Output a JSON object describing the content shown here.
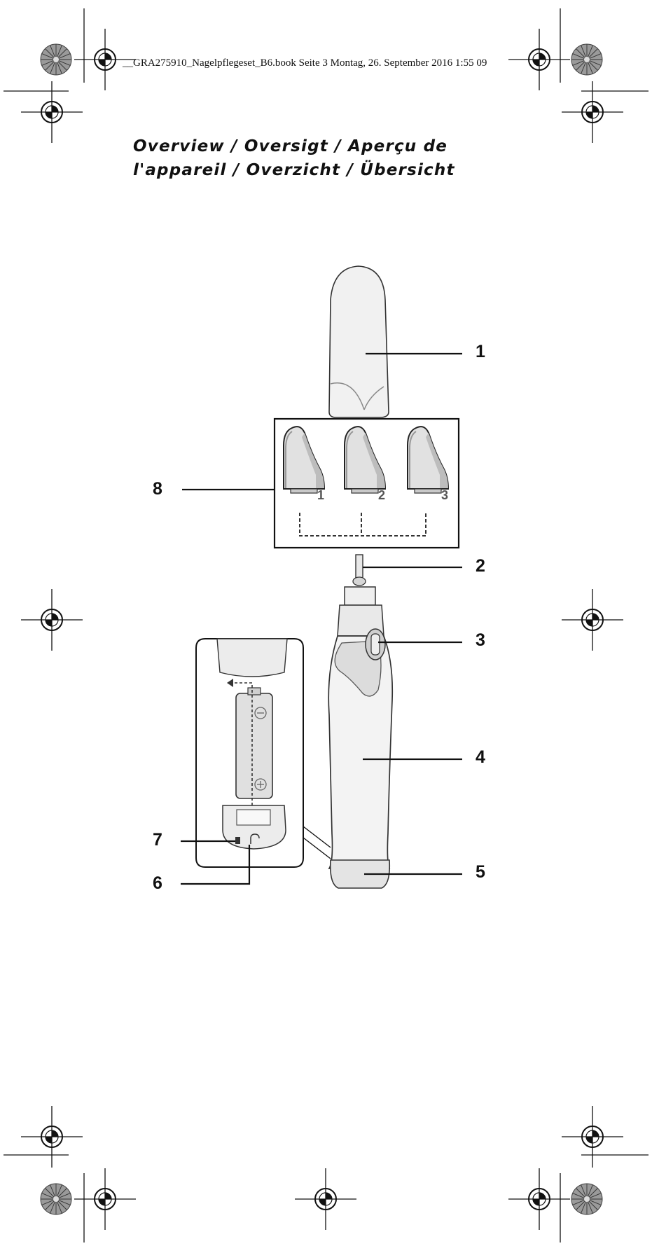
{
  "header": {
    "slug": "__GRA275910_Nagelpflegeset_B6.book  Seite 3  Montag, 26. September 2016  1:55 09"
  },
  "title": {
    "line1": "Overview  /  Oversigt  /  Aperçu de",
    "line2": "l'appareil  /  Overzicht  /  Übersicht"
  },
  "attachments": {
    "numbers": [
      "1",
      "2",
      "3"
    ]
  },
  "callouts": [
    "1",
    "2",
    "3",
    "4",
    "5",
    "6",
    "7",
    "8"
  ]
}
